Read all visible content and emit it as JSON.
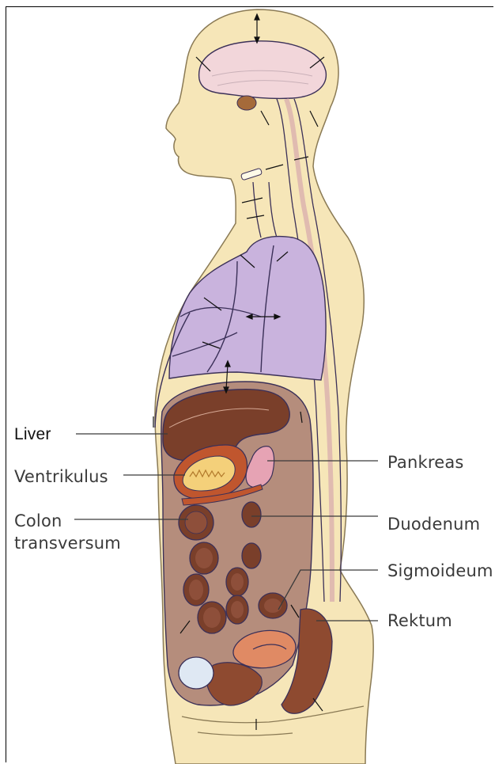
{
  "labels": {
    "liver": "Liver",
    "ventrikulus": "Ventrikulus",
    "colon_line1": "Colon",
    "colon_line2": "transversum",
    "pankreas": "Pankreas",
    "duodenum": "Duodenum",
    "sigmoideum": "Sigmoideum",
    "rektum": "Rektum"
  },
  "colors": {
    "skin": "#f6e6b8",
    "skin_outline": "#3b3058",
    "lung": "#c9b3dd",
    "liver": "#7a3f2a",
    "peritoneal": "#b58d7c",
    "pancreas": "#e6a3b4",
    "brain": "#f2d6da",
    "bladder": "#dfe8f3"
  }
}
